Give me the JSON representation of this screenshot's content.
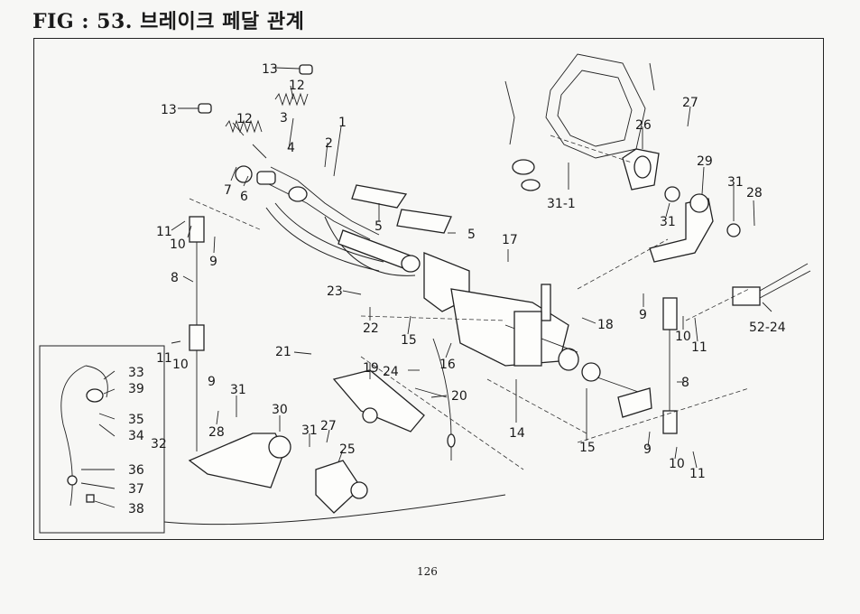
{
  "title": "FIG : 53. 브레이크 페달 관계",
  "page_number": "126",
  "callouts": [
    "13",
    "12",
    "13",
    "12",
    "3",
    "1",
    "2",
    "4",
    "7",
    "6",
    "11",
    "10",
    "9",
    "8",
    "5",
    "5",
    "17",
    "23",
    "22",
    "15",
    "21",
    "11",
    "10",
    "9",
    "19",
    "24",
    "16",
    "20",
    "31",
    "28",
    "30",
    "31",
    "27",
    "25",
    "14",
    "15",
    "18",
    "26",
    "27",
    "31-1",
    "29",
    "31",
    "28",
    "31",
    "52-24",
    "9",
    "10",
    "11",
    "8",
    "9",
    "10",
    "11",
    "33",
    "39",
    "35",
    "34",
    "32",
    "36",
    "37",
    "38"
  ]
}
